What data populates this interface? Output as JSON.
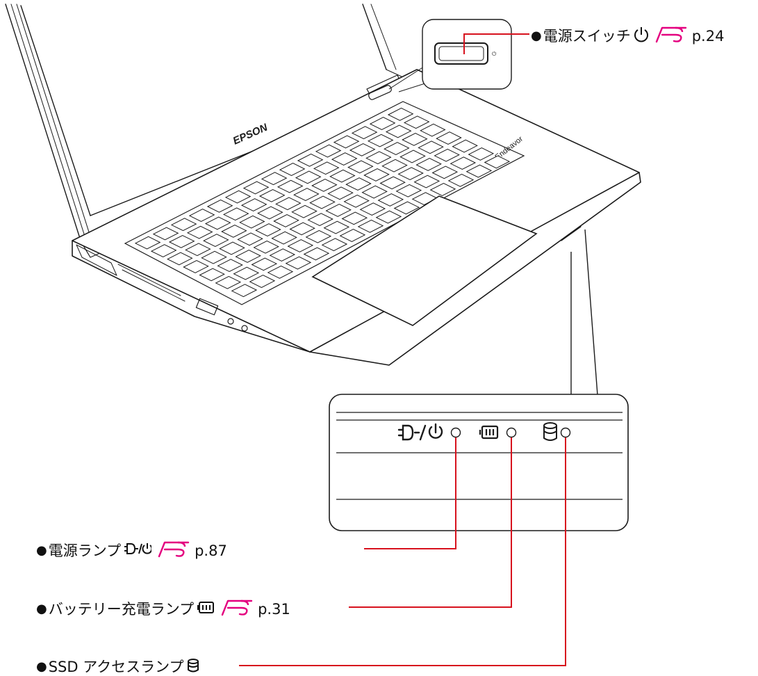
{
  "laptop": {
    "brand_label": "EPSON",
    "model_label": "Endeavor"
  },
  "callouts": {
    "power_switch": {
      "label": "電源スイッチ",
      "page": "p.24",
      "icon": "power-symbol-icon",
      "ref_icon": "reference-hand-icon"
    },
    "power_lamp": {
      "label": "電源ランプ",
      "page": "p.87",
      "icon": "plug-power-symbol-icon",
      "ref_icon": "reference-hand-icon"
    },
    "battery_lamp": {
      "label": "バッテリー充電ランプ",
      "page": "p.31",
      "icon": "battery-symbol-icon",
      "ref_icon": "reference-hand-icon"
    },
    "ssd_lamp": {
      "label": "SSD アクセスランプ",
      "icon": "drive-cylinder-icon"
    }
  },
  "colors": {
    "leader_line": "#d7111d",
    "reference_icon": "#e4007f",
    "outline": "#1a1a1a"
  }
}
